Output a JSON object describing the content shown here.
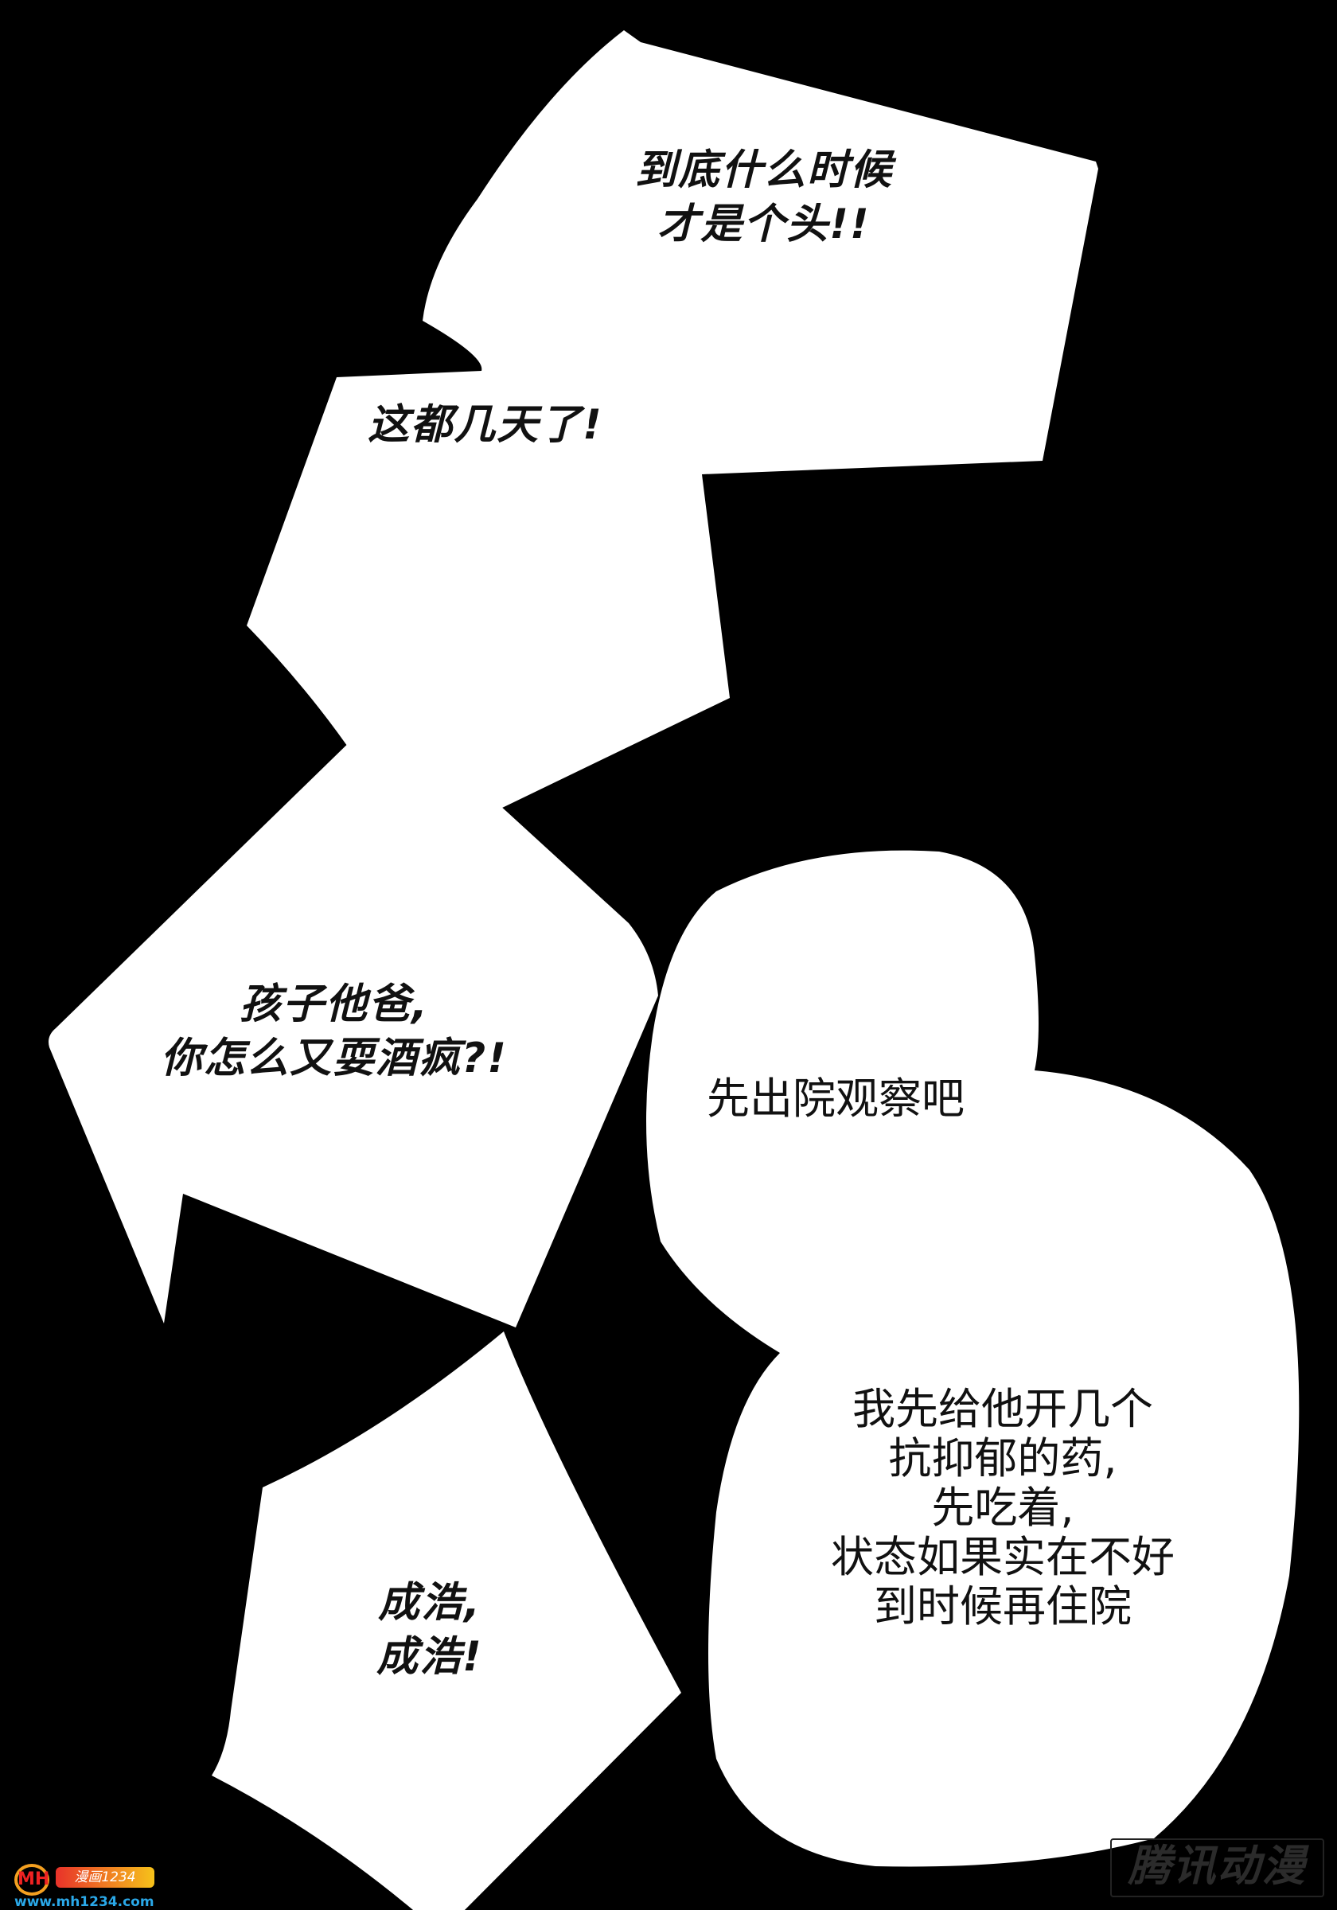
{
  "page": {
    "background": "#000000",
    "bubble_fill": "#ffffff",
    "text_color": "#111111"
  },
  "bubbles": [
    {
      "id": "top",
      "lines": "到底什么时候\n才是个头!!"
    },
    {
      "id": "top-left",
      "lines": "这都几天了!"
    },
    {
      "id": "middle-left",
      "lines": "孩子他爸,\n你怎么又耍酒疯?!"
    },
    {
      "id": "doctor-top",
      "lines": "先出院观察吧"
    },
    {
      "id": "doctor-bottom",
      "lines": "我先给他开几个\n抗抑郁的药,\n先吃着,\n状态如果实在不好\n到时候再住院"
    },
    {
      "id": "bottom-left",
      "lines": "成浩,\n成浩!"
    }
  ],
  "watermarks": {
    "left": {
      "mark": "MH",
      "badge": "漫画1234",
      "url": "www.mh1234.com"
    },
    "right": {
      "text": "腾讯动漫"
    }
  }
}
